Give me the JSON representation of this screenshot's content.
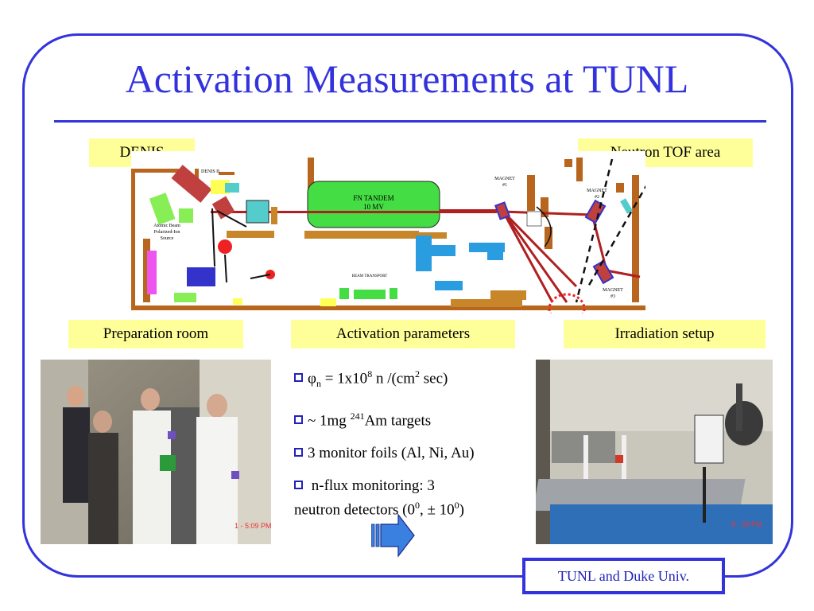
{
  "slide": {
    "title": "Activation Measurements at TUNL",
    "footer": "TUNL and Duke Univ."
  },
  "labels": {
    "denis": "DENIS",
    "neutron_tof": "Neutron TOF area",
    "preparation_room": "Preparation room",
    "activation_parameters": "Activation parameters",
    "irradiation_setup": "Irradiation setup"
  },
  "diagram": {
    "denis_ii": "DENIS II",
    "atomic_beam_1": "Atomic Beam",
    "atomic_beam_2": "Polarized-Ion",
    "atomic_beam_3": "Source",
    "tandem_1": "FN TANDEM",
    "tandem_2": "10 MV",
    "beam_transport": "BEAM TRANSPORT",
    "magnet1_a": "MAGNET",
    "magnet1_b": "#1",
    "magnet2_a": "MAGNET",
    "magnet2_b": "#2",
    "magnet3_a": "MAGNET",
    "magnet3_b": "#3"
  },
  "bullets": [
    {
      "pre": "φ",
      "sub": "n",
      "mid": " = 1x10",
      "sup": "8",
      "post": " n /(cm",
      "sup2": "2",
      "post2": " sec)"
    },
    {
      "pre": "~ 1mg ",
      "sup": "241",
      "post": "Am targets"
    },
    {
      "text": "3 monitor foils (Al, Ni, Au)"
    },
    {
      "text_a": " n-flux monitoring: 3",
      "text_b": "neutron detectors (0",
      "sup": "0",
      "mid": ", ± 10",
      "sup2": "0",
      "post": ")"
    }
  ],
  "photos": {
    "left_timestamp": "1 - 5:09 PM",
    "right_timestamp": "8 : 28 PM"
  },
  "colors": {
    "accent": "#3333dd",
    "label_bg": "#ffff99",
    "tandem": "#44dd44"
  }
}
